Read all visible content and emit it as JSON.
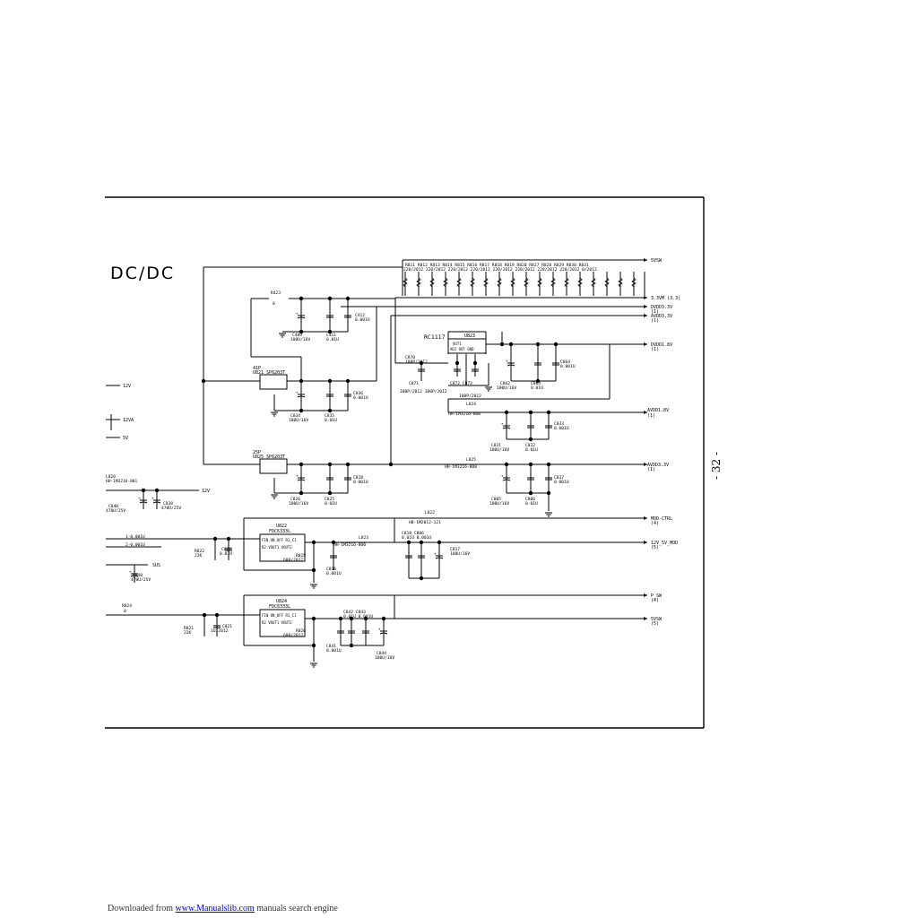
{
  "schematic": {
    "title": "DC/DC",
    "nets": {
      "5v_sw": "5VSW",
      "3v3_m": "3.3VM (3.3)",
      "dvdd33": "DVDD3.3V",
      "dvdd33_ref": "(1)",
      "avdd33_top": "AVDD3.3V",
      "avdd33_top_ref": "(1)",
      "dvdd18": "DVDD1.8V",
      "dvdd18_ref": "(1)",
      "avdd18": "AVDD1.8V",
      "avdd18_ref": "(1)",
      "avdd33_bottom": "AVDD3.3V",
      "avdd33_bottom_ref": "(1)",
      "mod_ctrl": "MOD-CTRL",
      "mod_ctrl_ref": "(4)",
      "v12_5v_mod": "12V_5V_MOD",
      "v12_5v_mod_ref": "(5)",
      "p_sw": "P_SW",
      "p_sw_ref": "(4)",
      "sw5": "5VSW",
      "sw5_ref": "(5)",
      "v12_a": "12V",
      "v12_b": "12VA",
      "v5": "5V",
      "v12_c": "12V",
      "sus": "SUS"
    },
    "regulators": {
      "u821_ref": "41P",
      "u821_name": "U821 SP6203T",
      "u825_ref": "25P",
      "u825_name": "U825 SP6203T",
      "u823_name": "RC1117",
      "u823_ref": "U823",
      "u823_pins": "ADJ OUT GND",
      "u823_out": "OUT1",
      "u822_ref": "U822",
      "u822_name": "FDC6333L",
      "u822_pins_l": "FIN ON_OFF R1_C1",
      "u822_pins_r": "R2 VOUT1 VOUT2",
      "u824_ref": "U824",
      "u824_name": "FDC6333L",
      "u824_pins_l": "FIN ON_OFF R1_C1",
      "u824_pins_r": "R2 VOUT1 VOUT2"
    },
    "resistor_array": {
      "top": "R811 R812 R813 R814 R815 R816 R817 R818 R819 R820 R827 R828 R829 R830 R831",
      "bottom": "220/2012 220/2012 220/2012 220/2012 220/2012 220/2012 220/2012 220/2012 0/2012"
    },
    "components": {
      "r823": "R423",
      "r823_val": "0",
      "c409": "C409",
      "c409_val": "100U/16V",
      "c411": "C411",
      "c411_val": "0.01U",
      "c412": "C412",
      "c412_val": "0.001U",
      "c870": "C870",
      "c870_val": "100P/2012",
      "c871": "C871",
      "c871_val": "100P/2012 100P/2012",
      "c872": "C872 C873",
      "c872_val": "100P/2012",
      "c862": "C862",
      "c862_val": "100U/16V",
      "c863": "C863",
      "c863_val": "0.01U",
      "c864": "C864",
      "c864_val": "0.001U",
      "l824": "L824",
      "l824_val": "HH-1M3216-800",
      "c831": "C831",
      "c831_val": "100U/16V",
      "c832": "C832",
      "c832_val": "0.01U",
      "c833": "C833",
      "c833_val": "0.001U",
      "c834": "C834",
      "c834_val": "100U/16V",
      "c835": "C835",
      "c835_val": "0.01U",
      "c836": "C836",
      "c836_val": "0.001U",
      "l825": "L825",
      "l825_val": "HH-1M3216-800",
      "c826": "C826",
      "c826_val": "100U/16V",
      "c825": "C825",
      "c825_val": "0.01U",
      "c828": "C828",
      "c828_val": "0.001U",
      "c837": "C837",
      "c837_val": "0.001U",
      "c805": "C805",
      "c805_val": "100U/16V",
      "c806": "C806",
      "c806_val": "0.01U",
      "l822": "L822",
      "l822_val": "HB-1M2012-121",
      "l823": "L823",
      "l823_val": "HH-1M3216-800",
      "c818": "C818 C806",
      "c818_val": "0.01U 0.001U",
      "c817": "C817",
      "c817_val": "100U/16V",
      "c816": "C816",
      "c816_val": "0.001U",
      "r819": "R819",
      "r819_val": "680/2012",
      "r822": "R822",
      "r822_val": "22K",
      "c822": "C822",
      "c822_val": "0.01U",
      "c842": "C842 C843",
      "c842_val": "0.01U 0.001U",
      "c841": "C841",
      "c841_val": "0.001U",
      "c844": "C844",
      "c844_val": "100U/16V",
      "r820": "R820",
      "r820_val": "680/2012",
      "r821": "R821",
      "r821_val": "22K",
      "c821": "C821",
      "c821_val": "1U/2012",
      "r824": "R824",
      "r824_val": "0",
      "c840": "C840",
      "c840_val": "470U/25V",
      "c838": "C838",
      "c838_val": "470U/25V",
      "c848": "C848",
      "c848_val": "470U/25V",
      "l820": "L820",
      "l820_val": "HH-1M3216-801",
      "r_left": "1-0.001U",
      "r_left2": "2-0.001U"
    }
  },
  "page": {
    "number": "- 32 -",
    "footer_prefix": "Downloaded from",
    "footer_link": "www.Manualslib.com",
    "footer_suffix": "manuals search engine"
  }
}
